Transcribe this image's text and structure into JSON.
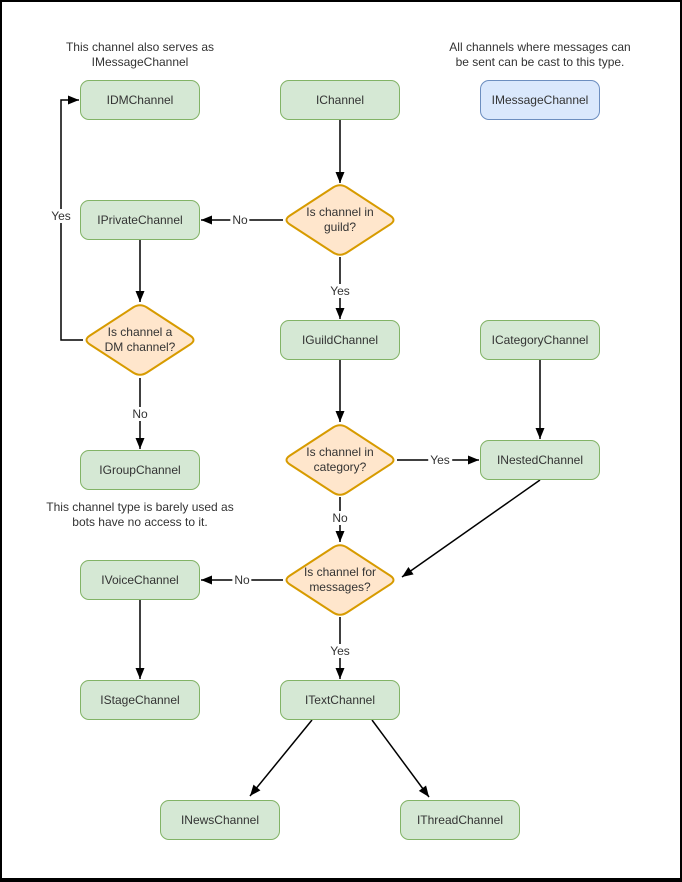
{
  "annotations": {
    "dm_note": "This channel also serves as\nIMessageChannel",
    "message_note": "All channels where messages can\nbe sent can be cast to this type.",
    "group_note": "This channel type is barely used as\nbots have no access to it."
  },
  "nodes": {
    "idm": "IDMChannel",
    "channel": "IChannel",
    "message": "IMessageChannel",
    "private": "IPrivateChannel",
    "guild": "IGuildChannel",
    "category": "ICategoryChannel",
    "group": "IGroupChannel",
    "nested": "INestedChannel",
    "voice": "IVoiceChannel",
    "stage": "IStageChannel",
    "text": "ITextChannel",
    "news": "INewsChannel",
    "thread": "IThreadChannel"
  },
  "decisions": {
    "in_guild": "Is channel in\nguild?",
    "is_dm": "Is channel a\nDM channel?",
    "in_category": "Is channel in\ncategory?",
    "for_messages": "Is channel for\nmessages?"
  },
  "edge_labels": {
    "guild_no": "No",
    "guild_yes": "Yes",
    "dm_yes": "Yes",
    "dm_no": "No",
    "category_yes": "Yes",
    "category_no": "No",
    "messages_no": "No",
    "messages_yes": "Yes"
  },
  "colors": {
    "interface_fill": "#d5e8d4",
    "interface_stroke": "#82b366",
    "castable_fill": "#dae8fc",
    "castable_stroke": "#6c8ebf",
    "decision_fill": "#ffe6cc",
    "decision_stroke": "#d79b00",
    "edge": "#000000",
    "text": "#333333",
    "background": "#ffffff",
    "frame": "#000000"
  }
}
